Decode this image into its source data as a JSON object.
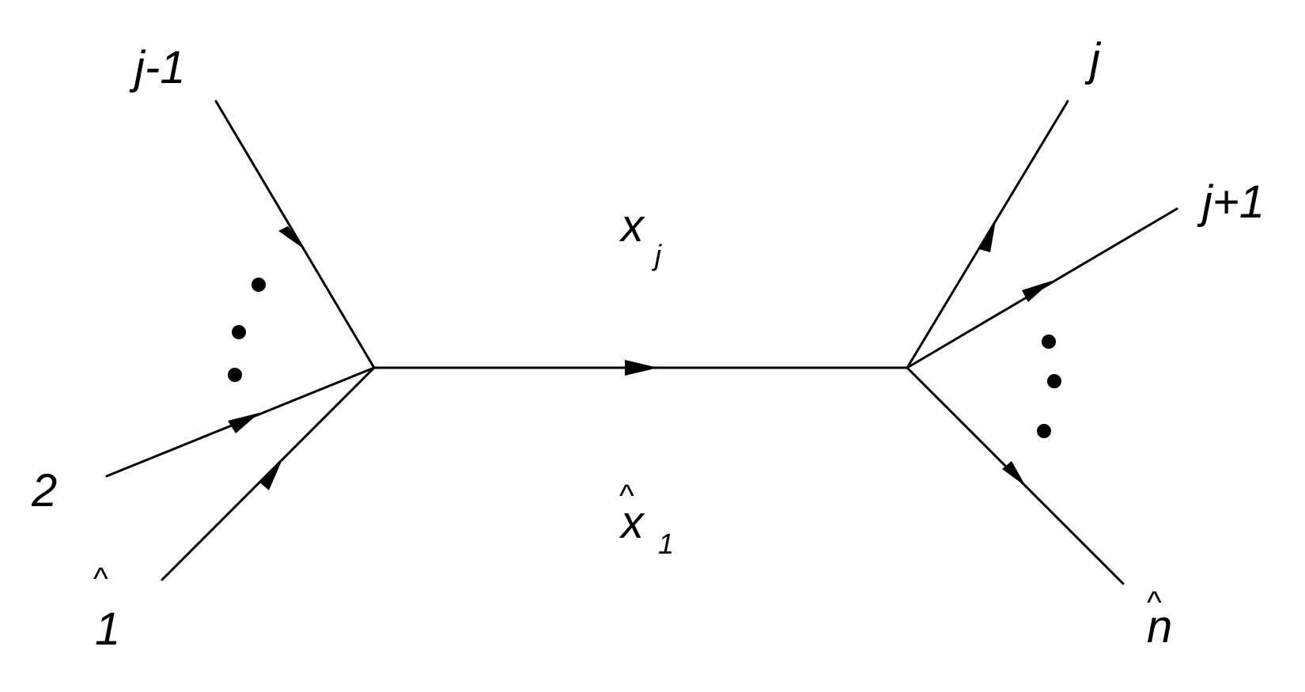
{
  "diagram": {
    "external_legs_left": [
      {
        "label": "j-1"
      },
      {
        "label": "2"
      },
      {
        "label": "1",
        "accent": "^"
      }
    ],
    "external_legs_right": [
      {
        "label": "j"
      },
      {
        "label": "j+1"
      },
      {
        "label": "n",
        "accent": "^"
      }
    ],
    "propagator_labels": {
      "upper": {
        "base": "x",
        "sub": "j"
      },
      "lower": {
        "base": "x",
        "sub": "1",
        "accent": "^"
      }
    },
    "colors": {
      "ink": "#000000",
      "background": "#ffffff"
    }
  }
}
